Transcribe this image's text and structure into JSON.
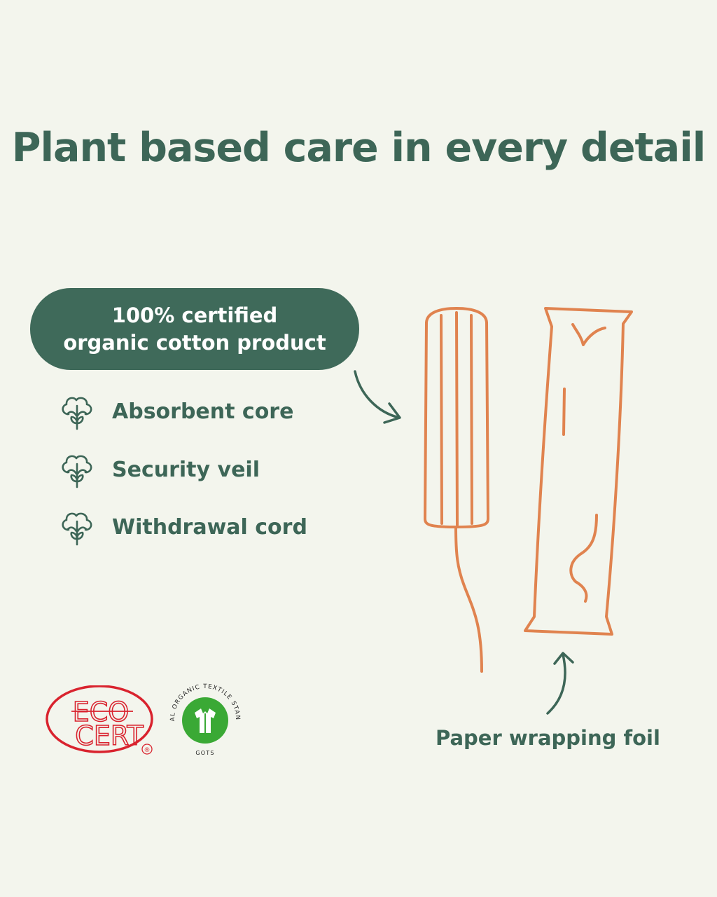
{
  "headline": "Plant based care in every detail",
  "badge": {
    "line1": "100% certified",
    "line2": "organic cotton product"
  },
  "features": [
    {
      "label": "Absorbent core",
      "icon": "cotton-flower-icon"
    },
    {
      "label": "Security veil",
      "icon": "cotton-flower-icon"
    },
    {
      "label": "Withdrawal cord",
      "icon": "cotton-flower-icon"
    }
  ],
  "wrapping_caption": "Paper wrapping foil",
  "logos": {
    "ecocert": {
      "line1": "ECO",
      "line2": "CERT",
      "mark": "®",
      "color": "#d9232e"
    },
    "gots": {
      "ring_text": "GLOBAL ORGANIC TEXTILE STANDARD",
      "bottom_text": "GOTS",
      "color": "#3aa935"
    }
  },
  "colors": {
    "background": "#f3f5ed",
    "primary_green": "#3d6657",
    "illustration_orange": "#e0834f"
  }
}
